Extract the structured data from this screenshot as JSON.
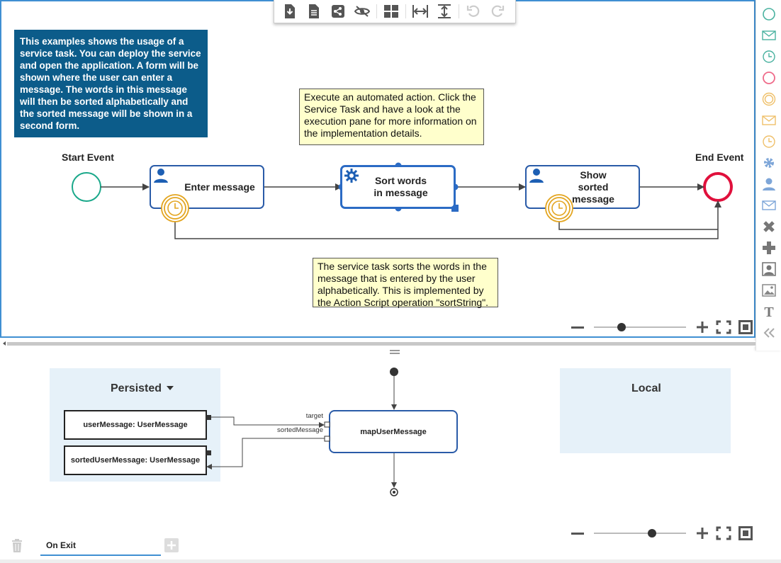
{
  "toolbar": {
    "icons": [
      "download-icon",
      "document-icon",
      "share-icon",
      "hide-icon",
      "layout-icon",
      "fit-width-icon",
      "fit-height-icon",
      "undo-icon",
      "redo-icon"
    ]
  },
  "palette": {
    "icons": [
      "start-event-icon",
      "message-start-event-icon",
      "timer-start-event-icon",
      "end-event-icon",
      "intermediate-event-icon",
      "message-intermediate-event-icon",
      "timer-intermediate-event-icon",
      "service-task-icon",
      "user-task-icon",
      "send-task-icon",
      "exclusive-gateway-icon",
      "parallel-gateway-icon",
      "user-lane-icon",
      "image-icon",
      "text-annotation-icon",
      "collapse-icon"
    ]
  },
  "description": "This examples shows the usage of a service task. You can deploy the service and open the application. A form will be shown where the user can enter a message. The words in this message will then be sorted alphabetically and the sorted message will be shown in a second form.",
  "notes": {
    "note1": "Execute an automated action. Click the Service Task and have a look at the execution pane for more information on the implementation details.",
    "note2": "The service task sorts the words in the message that is entered by the user alphabetically. This is implemented by the Action Script operation \"sortString\"."
  },
  "events": {
    "start_label": "Start Event",
    "end_label": "End Event"
  },
  "tasks": {
    "enter": "Enter message",
    "sort": "Sort words in message",
    "show": "Show sorted message"
  },
  "mapping": {
    "persisted_title": "Persisted",
    "local_title": "Local",
    "var1": "userMessage: UserMessage",
    "var2": "sortedUserMessage: UserMessage",
    "node": "mapUserMessage",
    "port_target": "target",
    "port_sorted": "sortedMessage"
  },
  "zoom_top": {
    "level": 0.3
  },
  "zoom_bottom": {
    "level": 0.63
  },
  "tabs": {
    "on_exit": "On Exit"
  },
  "colors": {
    "accent": "#3f8fd2",
    "task_border": "#2a5ba8",
    "start": "#1aa88a",
    "end": "#e0103c",
    "timer": "#e3a520",
    "note_bg": "#ffffcc",
    "desc_bg": "#0c5c8a",
    "panel_bg": "#e6f1f9"
  }
}
